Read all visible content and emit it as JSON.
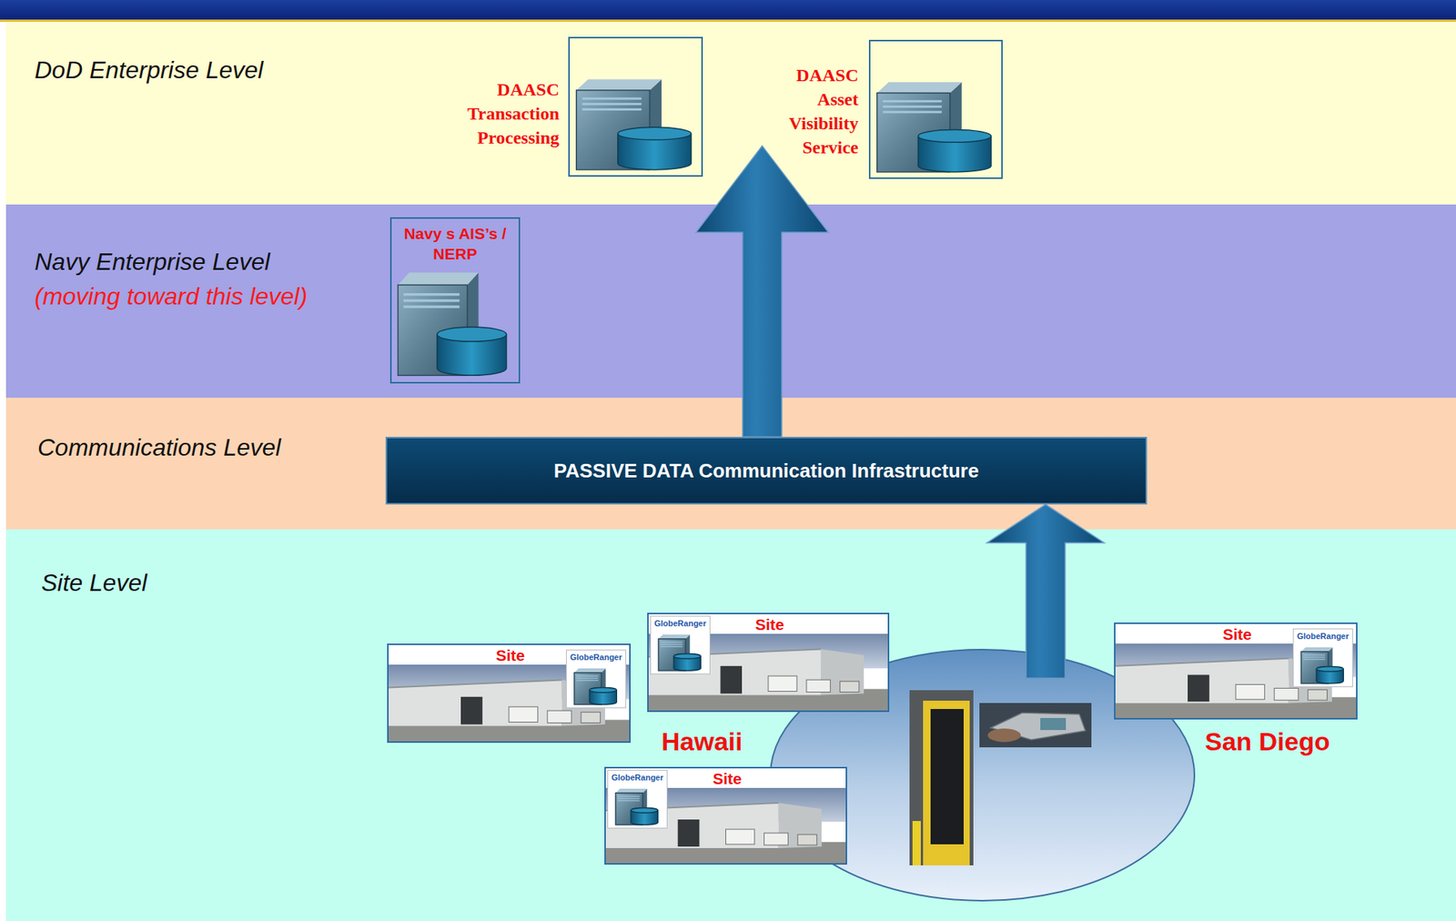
{
  "diagram": {
    "nodes": [
      {
        "text": [
          "DoD Enterprise Level"
        ]
      },
      {
        "text": [
          "DAASC Transaction Processing"
        ],
        "in": 0
      },
      {
        "text": [
          "DAASC Asset Visibility Service"
        ],
        "in": 0
      },
      {
        "text": [
          "Navy Enterprise Level",
          "(moving toward this level)"
        ]
      },
      {
        "text": [
          "Navy s AIS’s / NERP"
        ],
        "in": 3
      },
      {
        "text": [
          "Communications Level"
        ]
      },
      {
        "text": [
          "PASSIVE DATA Communication Infrastructure"
        ],
        "in": 5
      },
      {
        "text": [
          "Site Level"
        ]
      },
      {
        "text": [
          "Site"
        ],
        "in": 7
      },
      {
        "text": [
          "Site"
        ],
        "in": 7
      },
      {
        "text": [
          "Site"
        ],
        "in": 7
      },
      {
        "text": [
          "Site"
        ],
        "in": 7
      }
    ],
    "edges": [
      {
        "from": 6,
        "to": 0,
        "arrow": "to"
      },
      {
        "from": 7,
        "to": 6,
        "arrow": "to"
      }
    ],
    "labels": [
      "Hawaii",
      "San Diego",
      "GlobeRanger",
      "GlobeRanger",
      "GlobeRanger",
      "GlobeRanger"
    ]
  }
}
